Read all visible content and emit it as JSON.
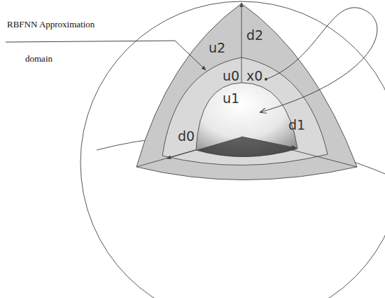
{
  "diagram": {
    "labels": [
      "RBFNN Approximation",
      "domain",
      "u2",
      "d2",
      "u0",
      "x0",
      "u1",
      "d1",
      "d0"
    ]
  }
}
